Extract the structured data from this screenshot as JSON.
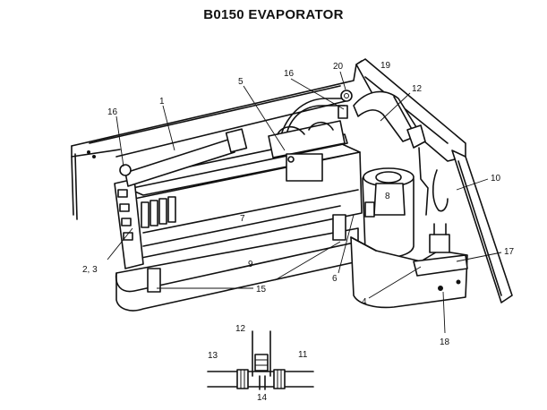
{
  "title": "B0150 EVAPORATOR",
  "callouts": {
    "c1": "1",
    "c16a": "16",
    "c16b": "16",
    "c5": "5",
    "c20": "20",
    "c19": "19",
    "c12a": "12",
    "c10": "10",
    "c8": "8",
    "c7": "7",
    "c23": "2, 3",
    "c9": "9",
    "c15": "15",
    "c6": "6",
    "c4": "4",
    "c17": "17",
    "c18": "18",
    "c12b": "12",
    "c13": "13",
    "c11": "11",
    "c14": "14"
  },
  "colors": {
    "line": "#111111",
    "background": "#ffffff"
  }
}
